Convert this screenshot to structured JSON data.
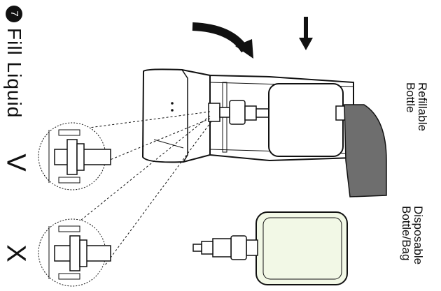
{
  "step": {
    "number": "7",
    "title": "Fill Liquid"
  },
  "labels": {
    "refillable_line1": "Refillable",
    "refillable_line2": "Bottle",
    "disposable_line1": "Disposable",
    "disposable_line2": "Bottle/Bag"
  },
  "marks": {
    "correct": "V",
    "wrong": "X"
  },
  "colors": {
    "line": "#111111",
    "bottle_fill": "#6e6e6e",
    "disposable_tint": "#f2f8e6",
    "background": "#ffffff"
  }
}
